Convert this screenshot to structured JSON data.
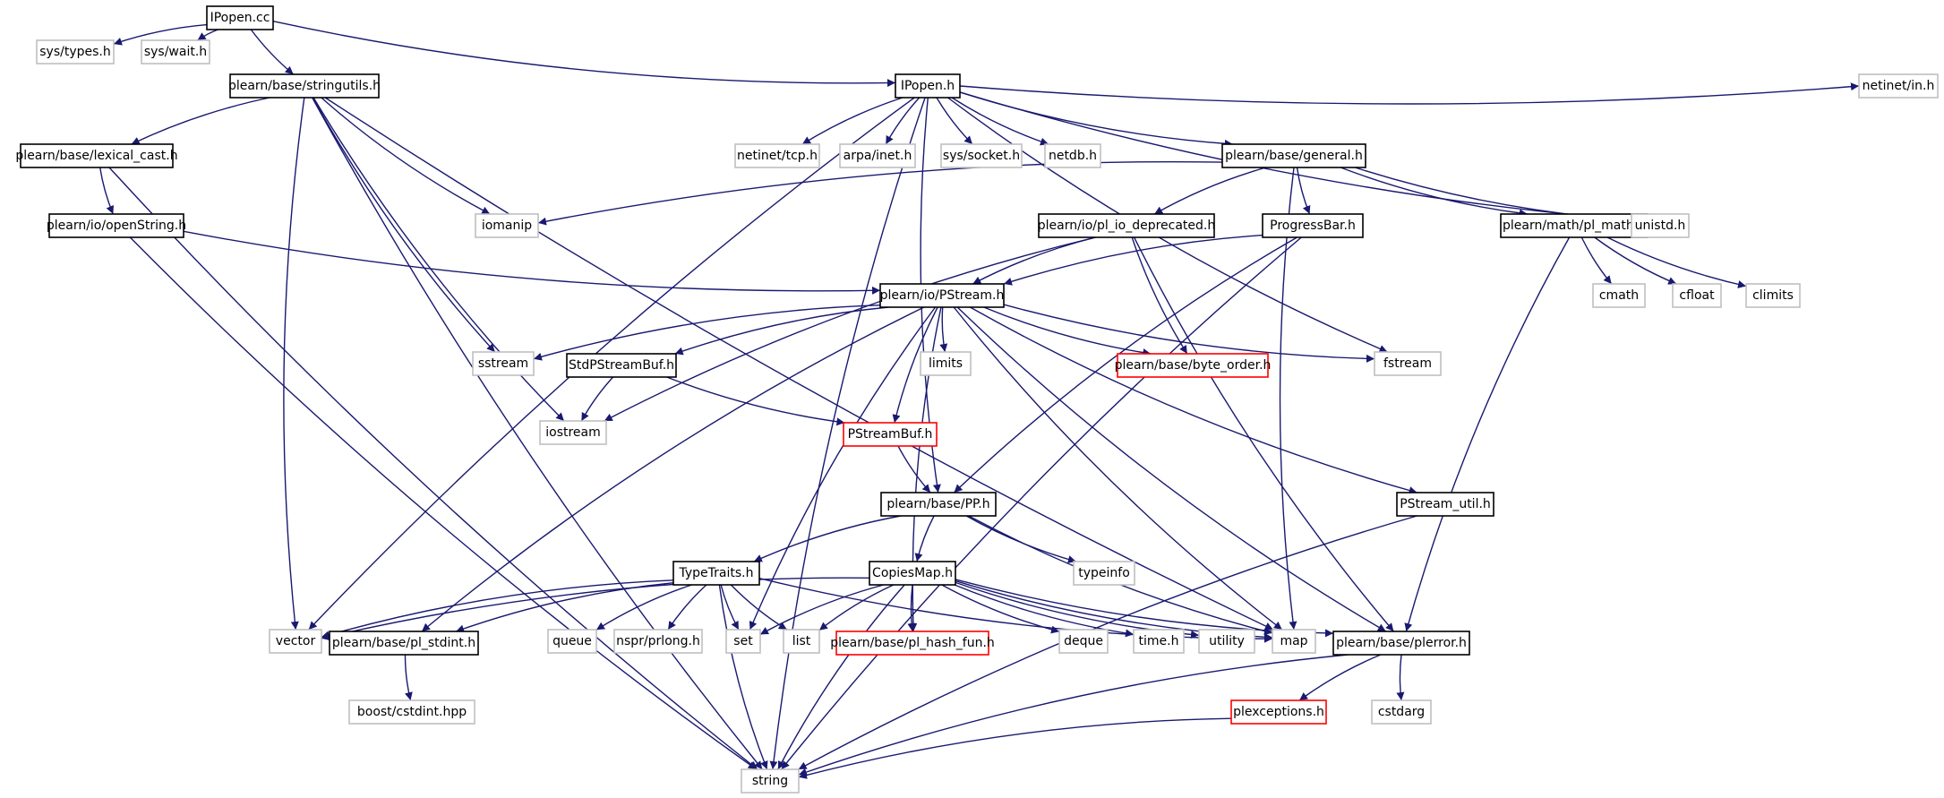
{
  "graph": {
    "colors": {
      "edge": "#191970",
      "documented_border": "#000000",
      "undocumented_border": "#bfbfbf",
      "truncated_border": "#ff0000",
      "root_fill": "#bfbfbf",
      "node_fill": "#ffffff"
    },
    "nodes": [
      {
        "id": "ipopen_cc",
        "label": "IPopen.cc",
        "kind": "root"
      },
      {
        "id": "sys_types",
        "label": "sys/types.h",
        "kind": "undocumented"
      },
      {
        "id": "sys_wait",
        "label": "sys/wait.h",
        "kind": "undocumented"
      },
      {
        "id": "stringutils",
        "label": "plearn/base/stringutils.h",
        "kind": "documented"
      },
      {
        "id": "ipopen_h",
        "label": "IPopen.h",
        "kind": "documented"
      },
      {
        "id": "netinet_in",
        "label": "netinet/in.h",
        "kind": "undocumented"
      },
      {
        "id": "lexical_cast",
        "label": "plearn/base/lexical_cast.h",
        "kind": "documented"
      },
      {
        "id": "netinet_tcp",
        "label": "netinet/tcp.h",
        "kind": "undocumented"
      },
      {
        "id": "arpa_inet",
        "label": "arpa/inet.h",
        "kind": "undocumented"
      },
      {
        "id": "sys_socket",
        "label": "sys/socket.h",
        "kind": "undocumented"
      },
      {
        "id": "netdb",
        "label": "netdb.h",
        "kind": "undocumented"
      },
      {
        "id": "general",
        "label": "plearn/base/general.h",
        "kind": "documented"
      },
      {
        "id": "openstring",
        "label": "plearn/io/openString.h",
        "kind": "documented"
      },
      {
        "id": "iomanip",
        "label": "iomanip",
        "kind": "undocumented"
      },
      {
        "id": "pl_io_dep",
        "label": "plearn/io/pl_io_deprecated.h",
        "kind": "documented"
      },
      {
        "id": "progressbar",
        "label": "ProgressBar.h",
        "kind": "documented"
      },
      {
        "id": "pl_math",
        "label": "plearn/math/pl_math.h",
        "kind": "documented"
      },
      {
        "id": "unistd",
        "label": "unistd.h",
        "kind": "undocumented"
      },
      {
        "id": "pstream",
        "label": "plearn/io/PStream.h",
        "kind": "documented"
      },
      {
        "id": "cmath",
        "label": "cmath",
        "kind": "undocumented"
      },
      {
        "id": "cfloat",
        "label": "cfloat",
        "kind": "undocumented"
      },
      {
        "id": "climits",
        "label": "climits",
        "kind": "undocumented"
      },
      {
        "id": "sstream",
        "label": "sstream",
        "kind": "undocumented"
      },
      {
        "id": "stdpstreambuf",
        "label": "StdPStreamBuf.h",
        "kind": "documented"
      },
      {
        "id": "limits",
        "label": "limits",
        "kind": "undocumented"
      },
      {
        "id": "byte_order",
        "label": "plearn/base/byte_order.h",
        "kind": "truncated"
      },
      {
        "id": "fstream",
        "label": "fstream",
        "kind": "undocumented"
      },
      {
        "id": "iostream",
        "label": "iostream",
        "kind": "undocumented"
      },
      {
        "id": "pstreambuf",
        "label": "PStreamBuf.h",
        "kind": "truncated"
      },
      {
        "id": "pp",
        "label": "plearn/base/PP.h",
        "kind": "documented"
      },
      {
        "id": "pstream_util",
        "label": "PStream_util.h",
        "kind": "documented"
      },
      {
        "id": "typetraits",
        "label": "TypeTraits.h",
        "kind": "documented"
      },
      {
        "id": "copiesmap",
        "label": "CopiesMap.h",
        "kind": "documented"
      },
      {
        "id": "typeinfo",
        "label": "typeinfo",
        "kind": "undocumented"
      },
      {
        "id": "vector",
        "label": "vector",
        "kind": "undocumented"
      },
      {
        "id": "pl_stdint",
        "label": "plearn/base/pl_stdint.h",
        "kind": "documented"
      },
      {
        "id": "queue",
        "label": "queue",
        "kind": "undocumented"
      },
      {
        "id": "nspr_prlong",
        "label": "nspr/prlong.h",
        "kind": "undocumented"
      },
      {
        "id": "set",
        "label": "set",
        "kind": "undocumented"
      },
      {
        "id": "list",
        "label": "list",
        "kind": "undocumented"
      },
      {
        "id": "pl_hash_fun",
        "label": "plearn/base/pl_hash_fun.h",
        "kind": "truncated"
      },
      {
        "id": "deque",
        "label": "deque",
        "kind": "undocumented"
      },
      {
        "id": "time_h",
        "label": "time.h",
        "kind": "undocumented"
      },
      {
        "id": "utility",
        "label": "utility",
        "kind": "undocumented"
      },
      {
        "id": "map",
        "label": "map",
        "kind": "undocumented"
      },
      {
        "id": "plerror",
        "label": "plearn/base/plerror.h",
        "kind": "documented"
      },
      {
        "id": "boost_cstdint",
        "label": "boost/cstdint.hpp",
        "kind": "undocumented"
      },
      {
        "id": "plexceptions",
        "label": "plexceptions.h",
        "kind": "truncated"
      },
      {
        "id": "cstdarg",
        "label": "cstdarg",
        "kind": "undocumented"
      },
      {
        "id": "string",
        "label": "string",
        "kind": "undocumented"
      }
    ],
    "edges": [
      [
        "ipopen_cc",
        "sys_types"
      ],
      [
        "ipopen_cc",
        "sys_wait"
      ],
      [
        "ipopen_cc",
        "stringutils"
      ],
      [
        "ipopen_cc",
        "ipopen_h"
      ],
      [
        "stringutils",
        "lexical_cast"
      ],
      [
        "stringutils",
        "vector"
      ],
      [
        "stringutils",
        "string"
      ],
      [
        "stringutils",
        "iomanip"
      ],
      [
        "stringutils",
        "sstream"
      ],
      [
        "stringutils",
        "iostream"
      ],
      [
        "stringutils",
        "map"
      ],
      [
        "lexical_cast",
        "openstring"
      ],
      [
        "lexical_cast",
        "string"
      ],
      [
        "openstring",
        "pstream"
      ],
      [
        "openstring",
        "string"
      ],
      [
        "ipopen_h",
        "netinet_in"
      ],
      [
        "ipopen_h",
        "netinet_tcp"
      ],
      [
        "ipopen_h",
        "arpa_inet"
      ],
      [
        "ipopen_h",
        "sys_socket"
      ],
      [
        "ipopen_h",
        "netdb"
      ],
      [
        "ipopen_h",
        "general"
      ],
      [
        "ipopen_h",
        "unistd"
      ],
      [
        "ipopen_h",
        "fstream"
      ],
      [
        "ipopen_h",
        "vector"
      ],
      [
        "ipopen_h",
        "string"
      ],
      [
        "ipopen_h",
        "pp"
      ],
      [
        "general",
        "iomanip"
      ],
      [
        "general",
        "pl_io_dep"
      ],
      [
        "general",
        "progressbar"
      ],
      [
        "general",
        "pl_math"
      ],
      [
        "general",
        "unistd"
      ],
      [
        "general",
        "map"
      ],
      [
        "pl_io_dep",
        "pstream"
      ],
      [
        "pl_io_dep",
        "byte_order"
      ],
      [
        "pl_io_dep",
        "iostream"
      ],
      [
        "pl_io_dep",
        "plerror"
      ],
      [
        "progressbar",
        "pstream"
      ],
      [
        "progressbar",
        "pp"
      ],
      [
        "progressbar",
        "string"
      ],
      [
        "pl_math",
        "cmath"
      ],
      [
        "pl_math",
        "cfloat"
      ],
      [
        "pl_math",
        "climits"
      ],
      [
        "pl_math",
        "plerror"
      ],
      [
        "pstream",
        "sstream"
      ],
      [
        "pstream",
        "stdpstreambuf"
      ],
      [
        "pstream",
        "limits"
      ],
      [
        "pstream",
        "byte_order"
      ],
      [
        "pstream",
        "fstream"
      ],
      [
        "pstream",
        "pstreambuf"
      ],
      [
        "pstream",
        "pstream_util"
      ],
      [
        "pstream",
        "pl_stdint"
      ],
      [
        "pstream",
        "set"
      ],
      [
        "pstream",
        "pl_hash_fun"
      ],
      [
        "pstream",
        "map"
      ],
      [
        "pstream",
        "plerror"
      ],
      [
        "stdpstreambuf",
        "iostream"
      ],
      [
        "stdpstreambuf",
        "pstreambuf"
      ],
      [
        "pstreambuf",
        "pp"
      ],
      [
        "pp",
        "typetraits"
      ],
      [
        "pp",
        "copiesmap"
      ],
      [
        "pp",
        "typeinfo"
      ],
      [
        "pp",
        "map"
      ],
      [
        "pstream_util",
        "string"
      ],
      [
        "typetraits",
        "vector"
      ],
      [
        "typetraits",
        "pl_stdint"
      ],
      [
        "typetraits",
        "queue"
      ],
      [
        "typetraits",
        "nspr_prlong"
      ],
      [
        "typetraits",
        "set"
      ],
      [
        "typetraits",
        "list"
      ],
      [
        "typetraits",
        "string"
      ],
      [
        "typetraits",
        "map"
      ],
      [
        "copiesmap",
        "vector"
      ],
      [
        "copiesmap",
        "set"
      ],
      [
        "copiesmap",
        "list"
      ],
      [
        "copiesmap",
        "pl_hash_fun"
      ],
      [
        "copiesmap",
        "deque"
      ],
      [
        "copiesmap",
        "time_h"
      ],
      [
        "copiesmap",
        "utility"
      ],
      [
        "copiesmap",
        "map"
      ],
      [
        "copiesmap",
        "plerror"
      ],
      [
        "copiesmap",
        "string"
      ],
      [
        "pl_stdint",
        "boost_cstdint"
      ],
      [
        "plerror",
        "plexceptions"
      ],
      [
        "plerror",
        "cstdarg"
      ],
      [
        "plerror",
        "string"
      ],
      [
        "plexceptions",
        "string"
      ]
    ]
  }
}
